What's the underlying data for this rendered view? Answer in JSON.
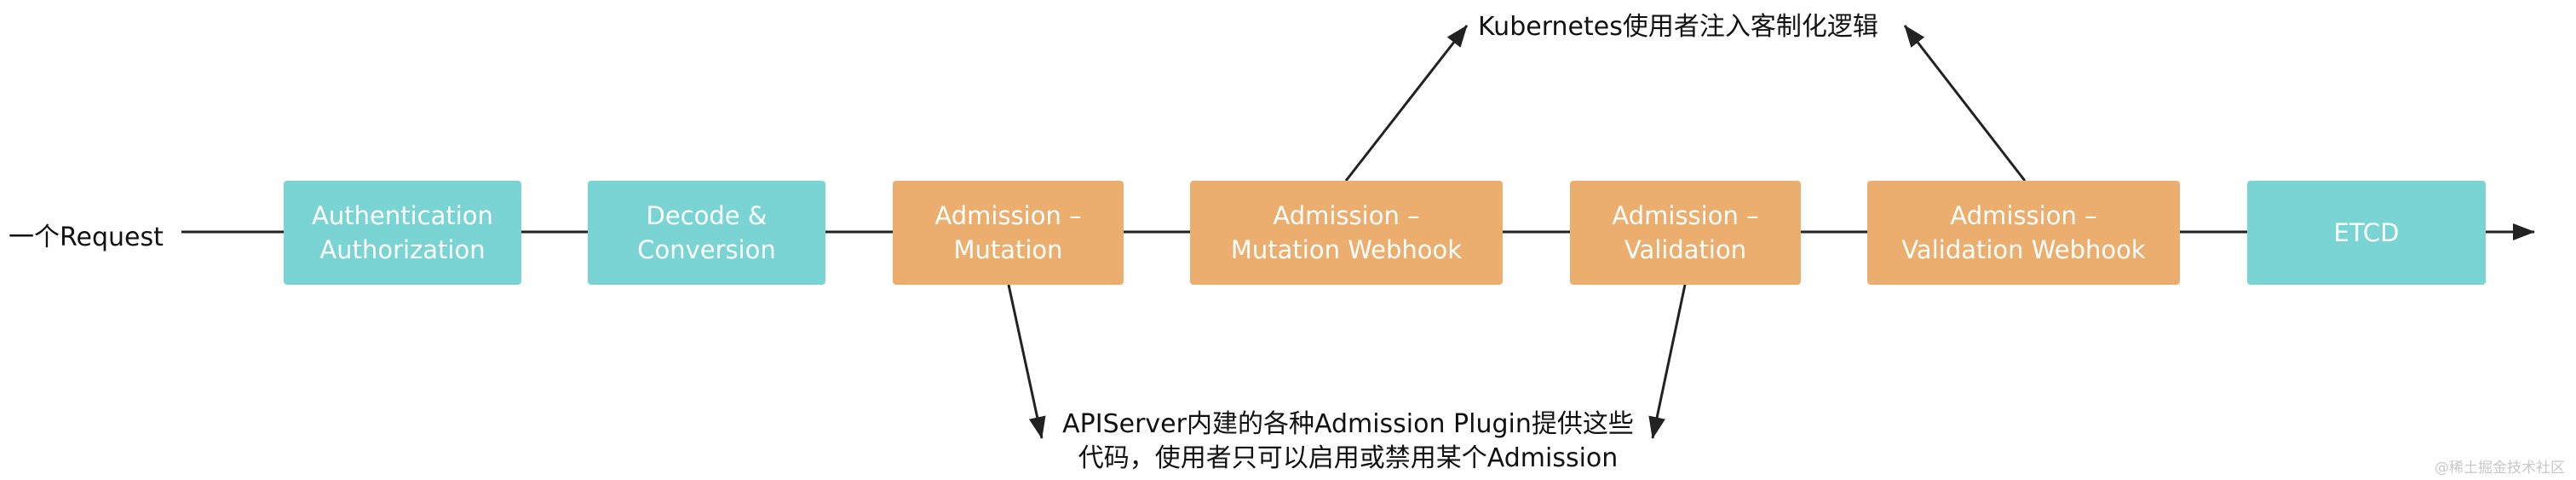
{
  "request_label": "一个Request",
  "boxes": [
    {
      "lines": [
        "Authentication",
        "Authorization"
      ],
      "color": "#7AD4D4"
    },
    {
      "lines": [
        "Decode &",
        "Conversion"
      ],
      "color": "#7AD4D4"
    },
    {
      "lines": [
        "Admission –",
        "Mutation"
      ],
      "color": "#EBAE6E"
    },
    {
      "lines": [
        "Admission –",
        "Mutation Webhook"
      ],
      "color": "#EBAE6E"
    },
    {
      "lines": [
        "Admission –",
        "Validation"
      ],
      "color": "#EBAE6E"
    },
    {
      "lines": [
        "Admission –",
        "Validation Webhook"
      ],
      "color": "#EBAE6E"
    },
    {
      "lines": [
        "ETCD"
      ],
      "color": "#7AD4D4"
    }
  ],
  "top_annotation": "Kubernetes使用者注入客制化逻辑",
  "bottom_annotation": {
    "line1": "APIServer内建的各种Admission Plugin提供这些",
    "line2": "代码，使用者只可以启用或禁用某个Admission"
  },
  "watermark": "@稀土掘金技术社区",
  "colors": {
    "teal": "#7AD4D4",
    "orange": "#EBAE6E",
    "line": "#222222"
  }
}
